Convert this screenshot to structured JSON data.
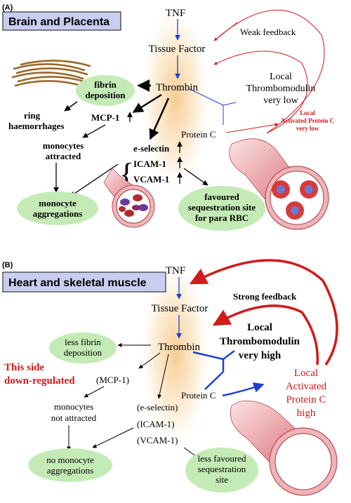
{
  "panel_a": {
    "label": "(A)",
    "title": "Brain and Placenta",
    "tnf": "TNF",
    "tissue_factor": "Tissue Factor",
    "thrombin": "Thrombin",
    "weak_feedback": "Weak feedback",
    "thrombomodulin": [
      "Local",
      "Thrombomodulin",
      "very low"
    ],
    "fibrin": [
      "fibrin",
      "deposition"
    ],
    "ring": [
      "ring",
      "haemorrhages"
    ],
    "mcp1": "MCP-1",
    "monocytes": [
      "monocytes",
      "attracted"
    ],
    "adhesion": [
      "e-selectin",
      "ICAM-1",
      "VCAM-1"
    ],
    "protein_c": "Protein C",
    "apc": [
      "Local",
      "Activated Protein C",
      "very low"
    ],
    "monocyte_agg": [
      "monocyte",
      "aggregations"
    ],
    "sequestration": [
      "favoured",
      "sequestration site",
      "for para RBC"
    ]
  },
  "panel_b": {
    "label": "(B)",
    "title": "Heart and skeletal muscle",
    "tnf": "TNF",
    "tissue_factor": "Tissue Factor",
    "thrombin": "Thrombin",
    "strong_feedback": "Strong feedback",
    "thrombomodulin": [
      "Local",
      "Thrombomodulin",
      "very high"
    ],
    "fibrin": [
      "less fibrin",
      "deposition"
    ],
    "down_regulated": [
      "This side",
      "down-regulated"
    ],
    "mcp1": "(MCP-1)",
    "monocytes": [
      "monocytes",
      "not attracted"
    ],
    "adhesion": [
      "(e-selectin)",
      "(ICAM-1)",
      "(VCAM-1)"
    ],
    "protein_c": "Protein C",
    "apc": [
      "Local",
      "Activated",
      "Protein C",
      "high"
    ],
    "monocyte_agg": [
      "no monocyte",
      "aggregations"
    ],
    "sequestration": [
      "less favoured",
      "sequestration",
      "site"
    ]
  },
  "colors": {
    "title_box_fill": "#c9cdf0",
    "ellipse_fill": "#c4ebb6",
    "blue_arrow": "#1c3fd6",
    "red_arrow": "#d11a1a",
    "vessel_fill": "#e7a6aa",
    "glow": "#f6c98a"
  }
}
